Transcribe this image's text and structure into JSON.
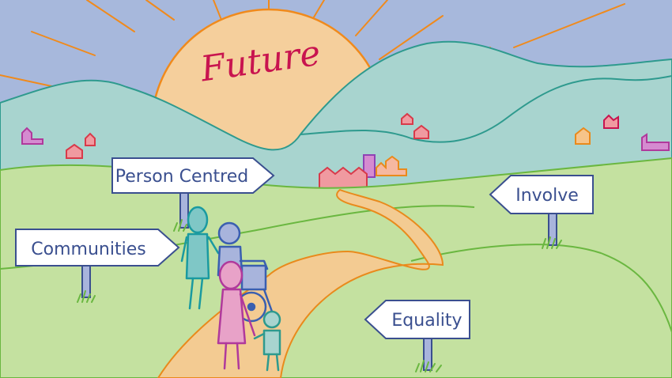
{
  "title": "Future",
  "signs": {
    "person_centred": "Person Centred",
    "communities": "Communities",
    "involve": "Involve",
    "equality": "Equality"
  },
  "colors": {
    "sky": "#a7b8dc",
    "sun": "#f5cf9c",
    "sun_outline": "#f08a1c",
    "hills": "#a8d4cf",
    "grass": "#c4e1a0",
    "path": "#f3cb92",
    "title": "#c8144f",
    "sign_text": "#3a4f8f"
  }
}
